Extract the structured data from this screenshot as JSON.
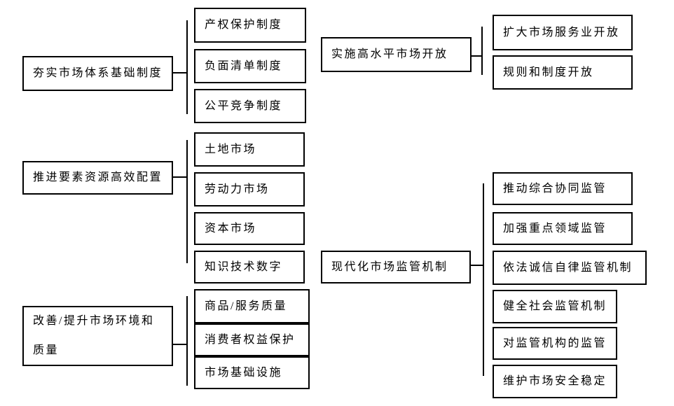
{
  "diagram": {
    "title": "",
    "colors": {
      "line": "#000000",
      "text": "#000000",
      "background": "#ffffff",
      "box_fill": "#ffffff"
    },
    "groups": [
      {
        "parent": "夯实市场体系基础制度",
        "children": [
          "产权保护制度",
          "负面清单制度",
          "公平竞争制度"
        ]
      },
      {
        "parent": "推进要素资源高效配置",
        "children": [
          "土地市场",
          "劳动力市场",
          "资本市场",
          "知识技术数字"
        ]
      },
      {
        "parent": "改善/提升市场环境和\n质量",
        "children": [
          "商品/服务质量",
          "消费者权益保护",
          "市场基础设施"
        ]
      },
      {
        "parent": "实施高水平市场开放",
        "children": [
          "扩大市场服务业开放",
          "规则和制度开放"
        ]
      },
      {
        "parent": "现代化市场监管机制",
        "children": [
          "推动综合协同监管",
          "加强重点领域监管",
          "依法诚信自律监管机制",
          "健全社会监管机制",
          "对监管机构的监管",
          "维护市场安全稳定"
        ]
      }
    ]
  }
}
